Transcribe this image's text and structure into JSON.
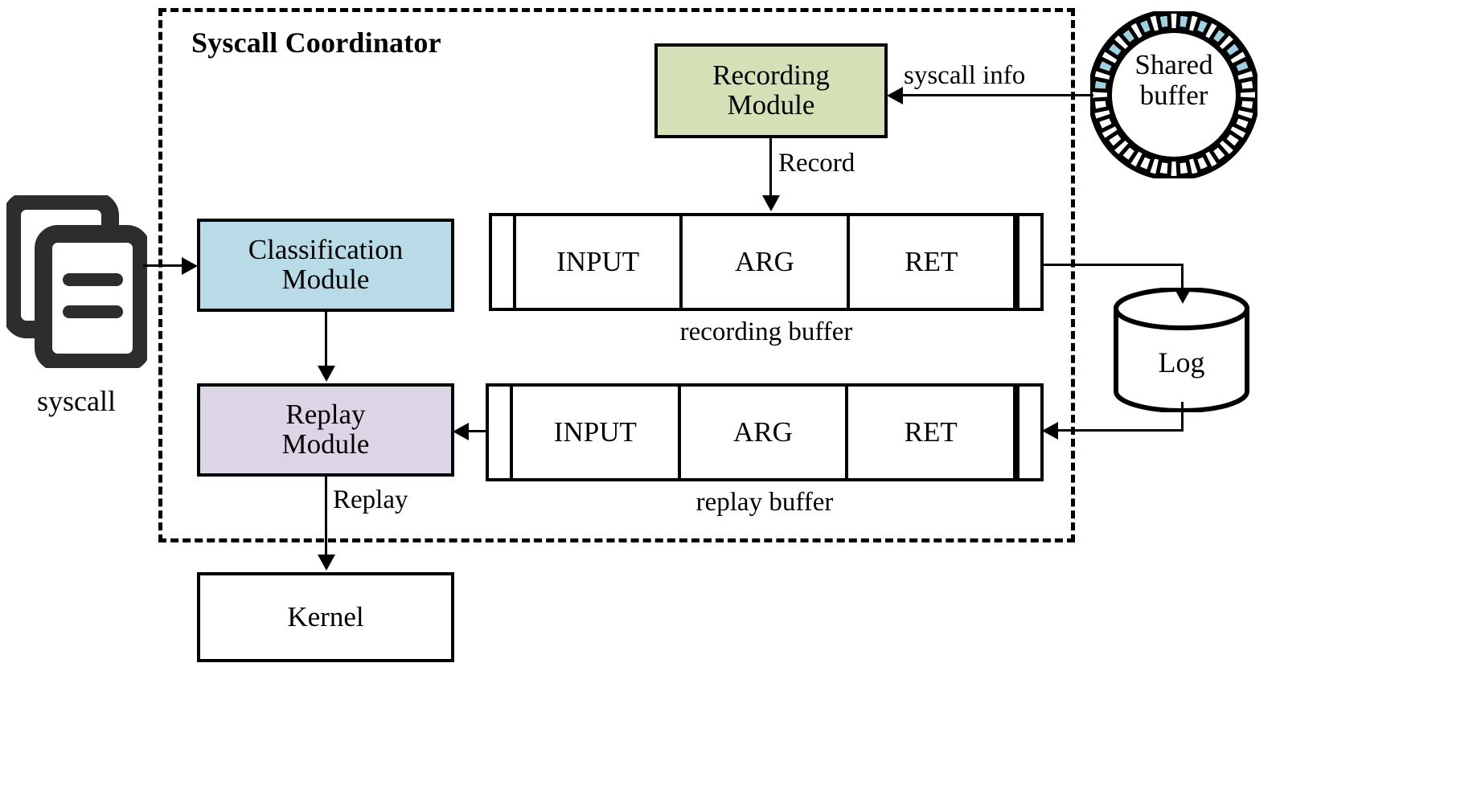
{
  "coordinator": {
    "title": "Syscall Coordinator"
  },
  "modules": {
    "recording": {
      "line1": "Recording",
      "line2": "Module",
      "color": "#d6e0b6"
    },
    "classification": {
      "line1": "Classification",
      "line2": "Module",
      "color": "#b9dbe8"
    },
    "replay": {
      "line1": "Replay",
      "line2": "Module",
      "color": "#ddd4e5"
    },
    "kernel": {
      "label": "Kernel",
      "color": "#ffffff"
    }
  },
  "buffers": {
    "recording": {
      "caption": "recording buffer",
      "cells": [
        "INPUT",
        "ARG",
        "RET"
      ]
    },
    "replay": {
      "caption": "replay buffer",
      "cells": [
        "INPUT",
        "ARG",
        "RET"
      ]
    }
  },
  "shared_buffer": {
    "line1": "Shared",
    "line2": "buffer",
    "segments_total": 24,
    "segments_filled": 11,
    "fill_color": "#9ed2e0"
  },
  "log": {
    "label": "Log"
  },
  "syscall_source": {
    "label": "syscall",
    "icon_color": "#2d2d2d"
  },
  "edge_labels": {
    "syscall_info": "syscall info",
    "record": "Record",
    "replay": "Replay"
  }
}
